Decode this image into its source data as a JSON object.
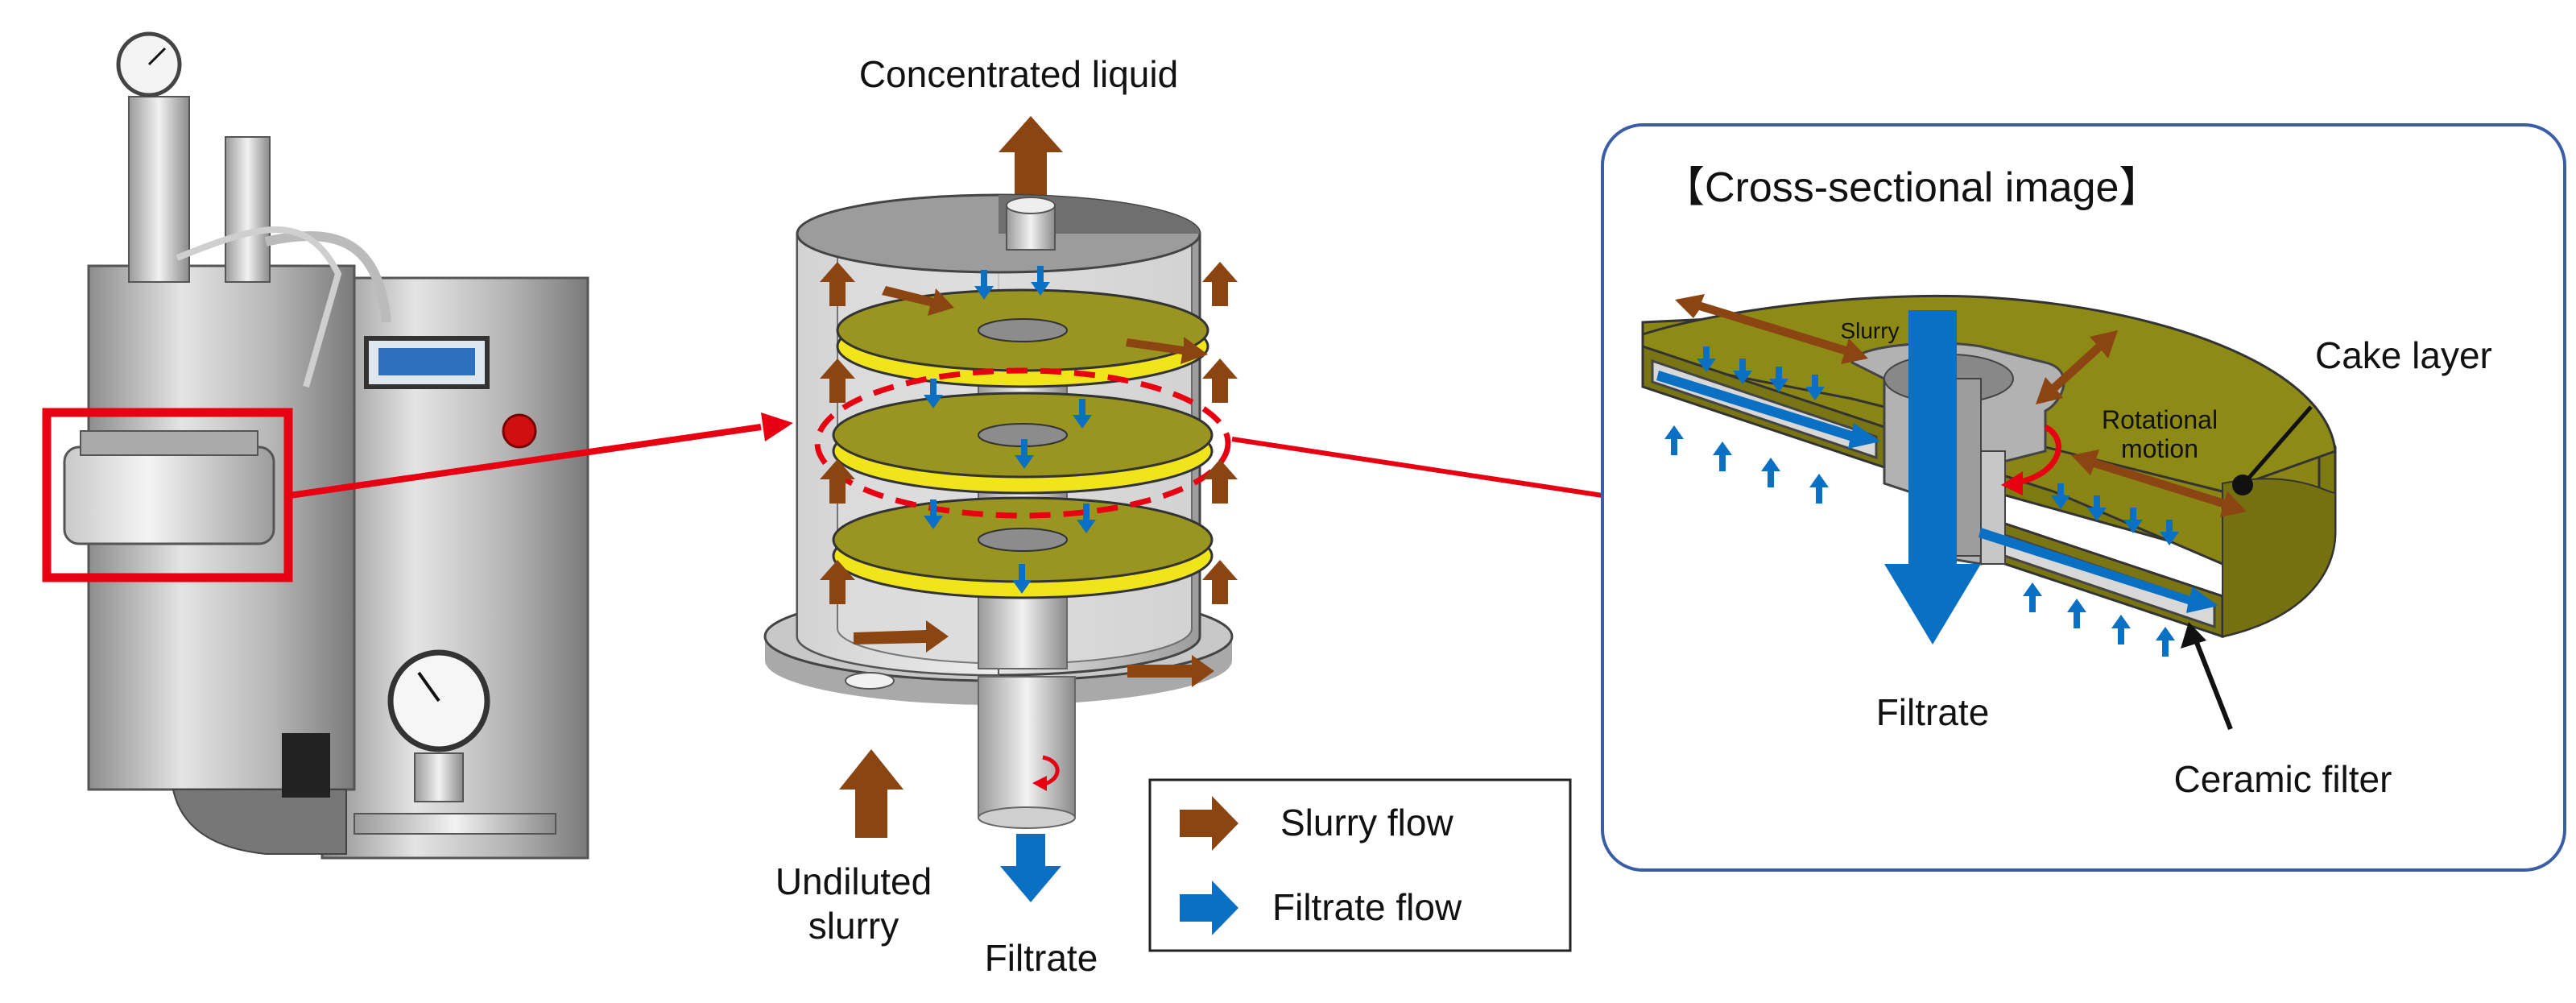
{
  "diagram": {
    "top_label": "Concentrated liquid",
    "inlet_label_line1": "Undiluted",
    "inlet_label_line2": "slurry",
    "bottom_label": "Filtrate"
  },
  "legend": {
    "slurry_label": "Slurry flow",
    "filtrate_label": "Filtrate flow",
    "slurry_color": "#8B4513",
    "filtrate_color": "#0A70C4"
  },
  "cross_section": {
    "title": "【Cross-sectional image】",
    "slurry_label": "Slurry",
    "rotation_line1": "Rotational",
    "rotation_line2": "motion",
    "cake_label": "Cake layer",
    "filtrate_label": "Filtrate",
    "ceramic_label": "Ceramic filter"
  },
  "colors": {
    "highlight_red": "#E60012",
    "box_border": "#3A5DA8",
    "disc_yellow": "#F0E51A",
    "disc_olive": "#9A9520",
    "cake_olive": "#7D7A12"
  }
}
